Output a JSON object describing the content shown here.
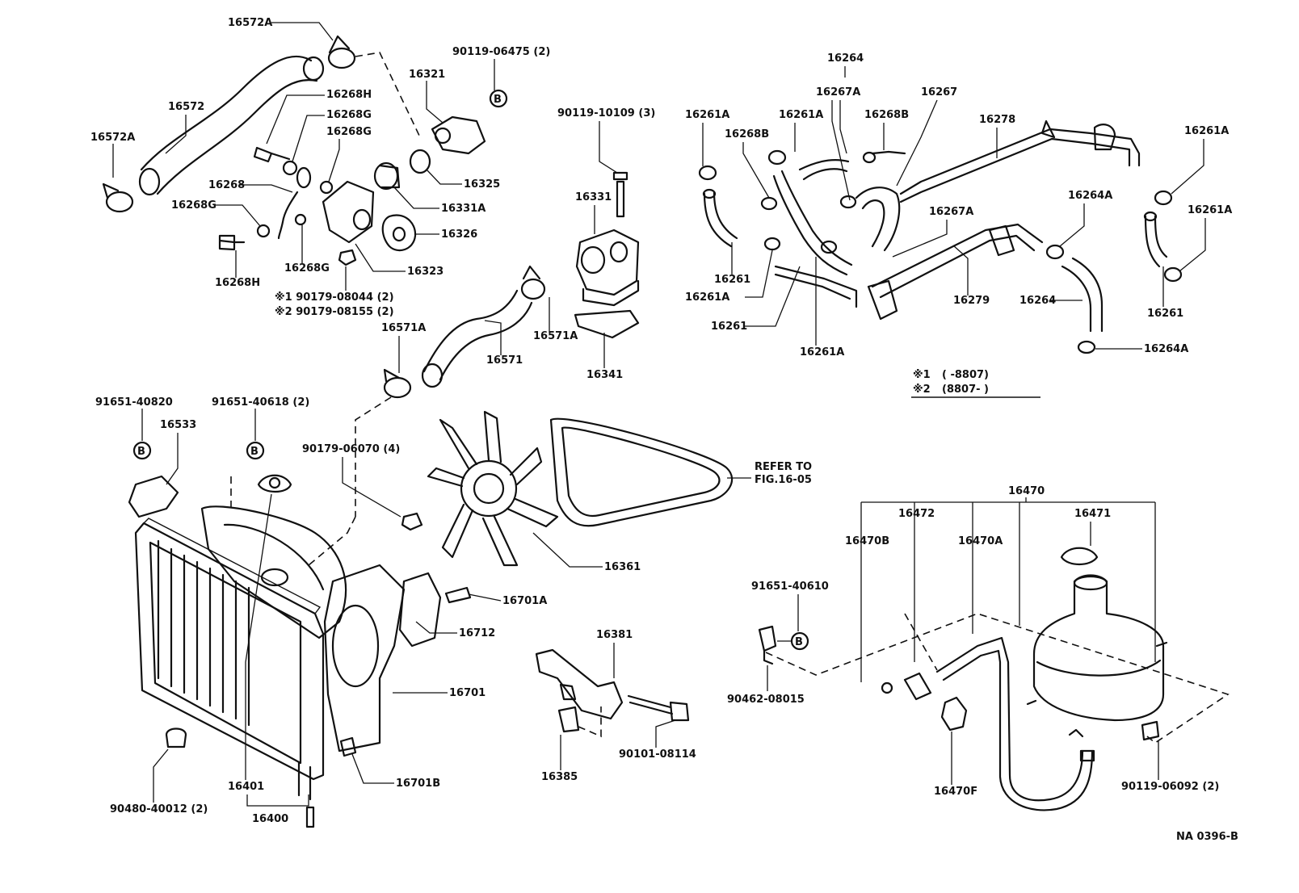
{
  "labels": {
    "p16572A_top": "16572A",
    "p16572": "16572",
    "p16572A_left": "16572A",
    "p90119_06475": "90119-06475 (2)",
    "p16321": "16321",
    "p16268H_top": "16268H",
    "p16268G_a": "16268G",
    "p16268G_b": "16268G",
    "p16325": "16325",
    "p16268": "16268",
    "p16331A": "16331A",
    "p16268G_c": "16268G",
    "p16326": "16326",
    "p16268G_d": "16268G",
    "p16268H_bottom": "16268H",
    "p16323": "16323",
    "note_90179_08044": "※1 90179-08044 (2)",
    "note_90179_08155": "※2 90179-08155 (2)",
    "p90119_10109": "90119-10109 (3)",
    "p16331": "16331",
    "p16571A_right": "16571A",
    "p16571A_left": "16571A",
    "p16571": "16571",
    "p16341": "16341",
    "p16264_top": "16264",
    "p16267A_top": "16267A",
    "p16267": "16267",
    "p16261A_a": "16261A",
    "p16261A_b": "16261A",
    "p16268B_left": "16268B",
    "p16268B_right": "16268B",
    "p16278": "16278",
    "p16261A_c": "16261A",
    "p16264A_top": "16264A",
    "p16267A_mid": "16267A",
    "p16261A_d": "16261A",
    "p16261_a": "16261",
    "p16261A_e": "16261A",
    "p16279": "16279",
    "p16264_mid": "16264",
    "p16261_c": "16261",
    "p16261_b": "16261",
    "p16261A_f": "16261A",
    "p16264A_bottom": "16264A",
    "p91651_40820": "91651-40820",
    "p91651_40618": "91651-40618 (2)",
    "p16533": "16533",
    "p90179_06070": "90179-06070 (4)",
    "refer_1": "REFER TO",
    "refer_2": "FIG.16-05",
    "p16470": "16470",
    "p16472": "16472",
    "p16471": "16471",
    "p16470B": "16470B",
    "p16470A": "16470A",
    "p16361": "16361",
    "p91651_40610": "91651-40610",
    "p16701A": "16701A",
    "p16381": "16381",
    "p16712": "16712",
    "p16701": "16701",
    "p90462_08015": "90462-08015",
    "p90101_08114": "90101-08114",
    "p16385": "16385",
    "p16701B": "16701B",
    "p16401": "16401",
    "p90480_40012": "90480-40012 (2)",
    "p16400": "16400",
    "p16470F": "16470F",
    "p90119_06092": "90119-06092 (2)",
    "diagram_code": "NA 0396-B"
  },
  "legend": {
    "line1_mark": "※1",
    "line1_range": "(        -8807)",
    "line2_mark": "※2",
    "line2_range": "(8807-        )"
  },
  "callout_letter": "B"
}
